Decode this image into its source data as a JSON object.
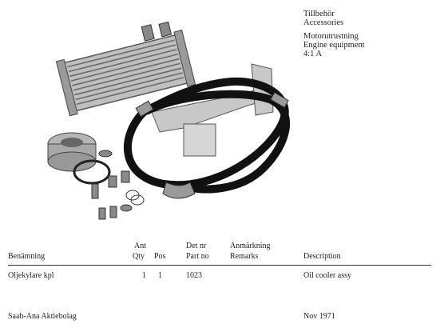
{
  "header": {
    "line1": "Tillbehör",
    "line2": "Accessories",
    "line3": "Motorutrustning",
    "line4": "Engine equipment",
    "line5": "4:1 A"
  },
  "table": {
    "col_benamning": "Benämning",
    "col_ant": "Ant",
    "col_qty": "Qty",
    "col_pos": "Pos",
    "col_detnr": "Det nr",
    "col_partno": "Part no",
    "col_anmarkning": "Anmärkning",
    "col_remarks": "Remarks",
    "col_description": "Description",
    "rows": [
      {
        "name": "Oljekylare kpl",
        "qty": "1",
        "pos": "1",
        "part_no": "1023",
        "remarks": "",
        "description": "Oil cooler assy"
      }
    ]
  },
  "footer": {
    "company": "Saab-Ana Aktiebolag",
    "date": "Nov 1971"
  }
}
